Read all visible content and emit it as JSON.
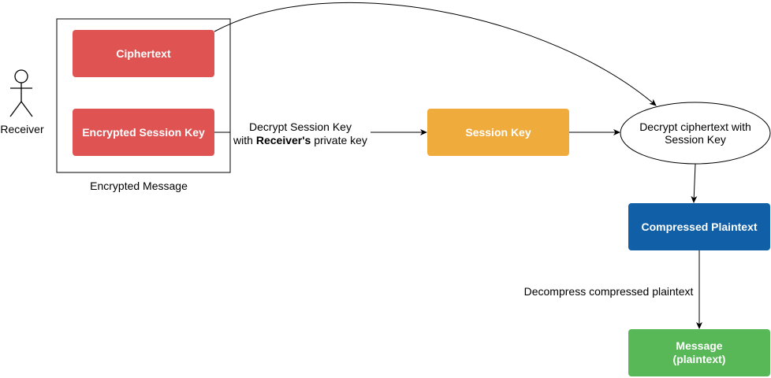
{
  "actor": {
    "label": "Receiver"
  },
  "container": {
    "label": "Encrypted Message"
  },
  "nodes": {
    "ciphertext": "Ciphertext",
    "encrypted_session_key": "Encrypted Session Key",
    "session_key": "Session Key",
    "decrypt_ciphertext": [
      "Decrypt ciphertext with",
      "Session Key"
    ],
    "compressed_plaintext": "Compressed Plaintext",
    "message": [
      "Message",
      "(plaintext)"
    ]
  },
  "edges": {
    "decrypt_session_key": {
      "line1": "Decrypt Session Key",
      "prefix": "with ",
      "bold": "Receiver's",
      "suffix": " private key"
    },
    "decompress": "Decompress compressed plaintext"
  },
  "colors": {
    "red": "#e05353",
    "orange": "#f0ab3d",
    "blue": "#115fa6",
    "green": "#58b858"
  }
}
